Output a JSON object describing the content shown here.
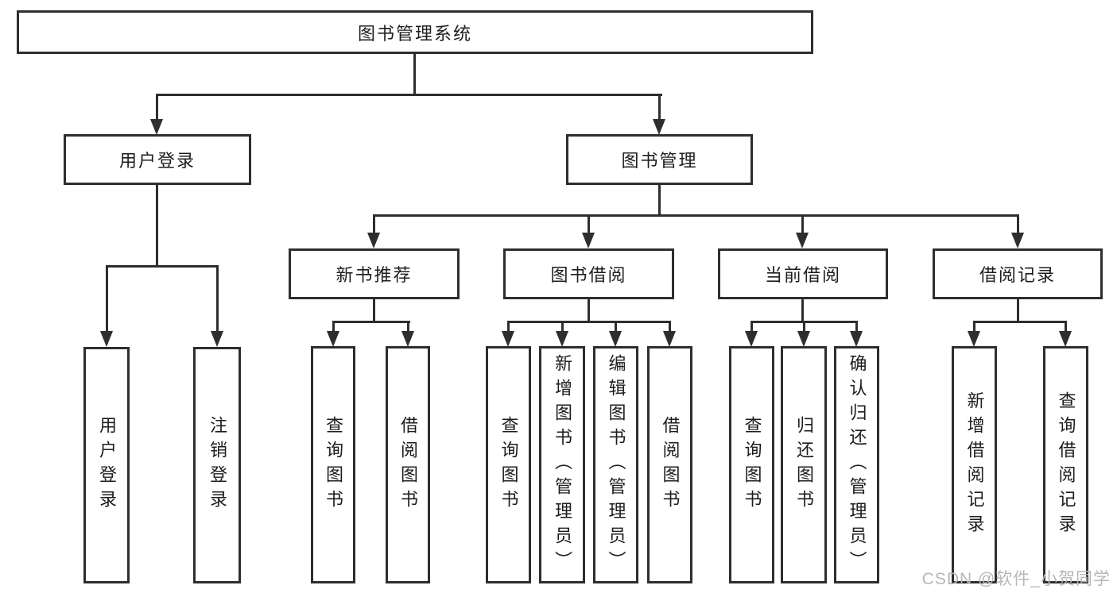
{
  "tree": {
    "label": "图书管理系统",
    "children": [
      {
        "label": "用户登录",
        "children": [
          {
            "label": "用户登录"
          },
          {
            "label": "注销登录"
          }
        ]
      },
      {
        "label": "图书管理",
        "children": [
          {
            "label": "新书推荐",
            "children": [
              {
                "label": "查询图书"
              },
              {
                "label": "借阅图书"
              }
            ]
          },
          {
            "label": "图书借阅",
            "children": [
              {
                "label": "查询图书"
              },
              {
                "label": "新增图书（管理员）"
              },
              {
                "label": "编辑图书（管理员）"
              },
              {
                "label": "借阅图书"
              }
            ]
          },
          {
            "label": "当前借阅",
            "children": [
              {
                "label": "查询图书"
              },
              {
                "label": "归还图书"
              },
              {
                "label": "确认归还（管理员）"
              }
            ]
          },
          {
            "label": "借阅记录",
            "children": [
              {
                "label": "新增借阅记录"
              },
              {
                "label": "查询借阅记录"
              }
            ]
          }
        ]
      }
    ]
  },
  "watermark": "CSDN @软件_小贺同学",
  "colors": {
    "line": "#2e2e2e",
    "text": "#1d1d1d",
    "box-bg": "#ffffff",
    "watermark": "#b7b7b7"
  }
}
